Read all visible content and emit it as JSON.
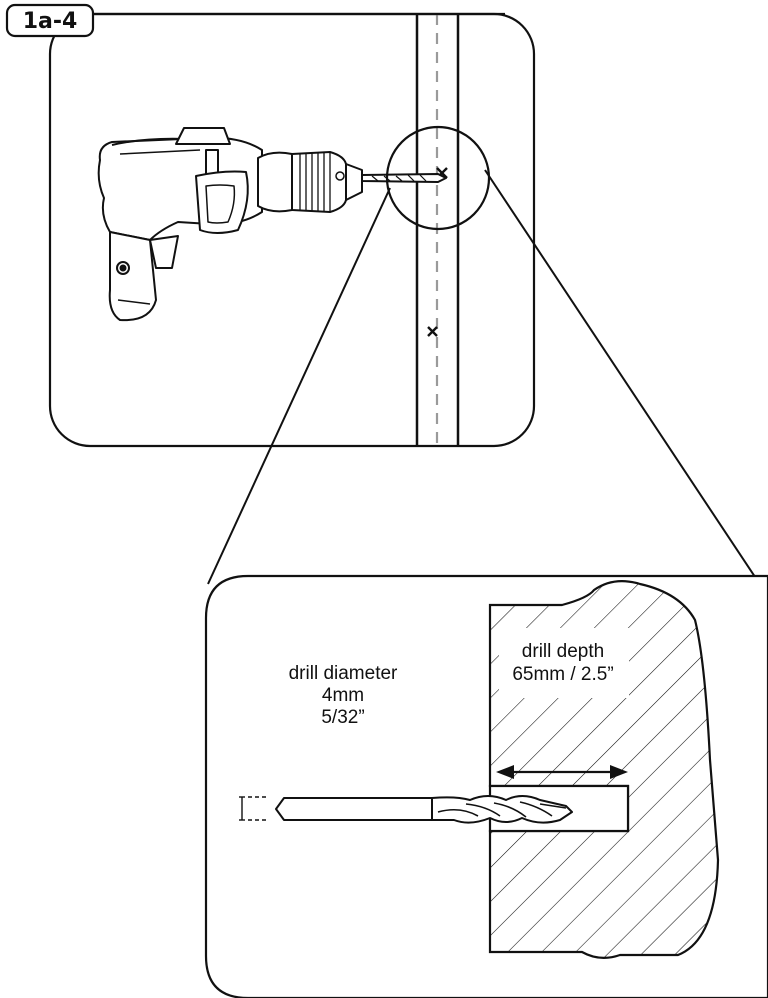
{
  "step": {
    "label": "1a-4"
  },
  "diameter": {
    "title": "drill diameter",
    "metric": "4mm",
    "imperial": "5/32”"
  },
  "depth": {
    "title": "drill depth",
    "value": "65mm / 2.5”"
  },
  "colors": {
    "line": "#111111",
    "centerline": "#9a9a9a",
    "background": "#ffffff"
  }
}
